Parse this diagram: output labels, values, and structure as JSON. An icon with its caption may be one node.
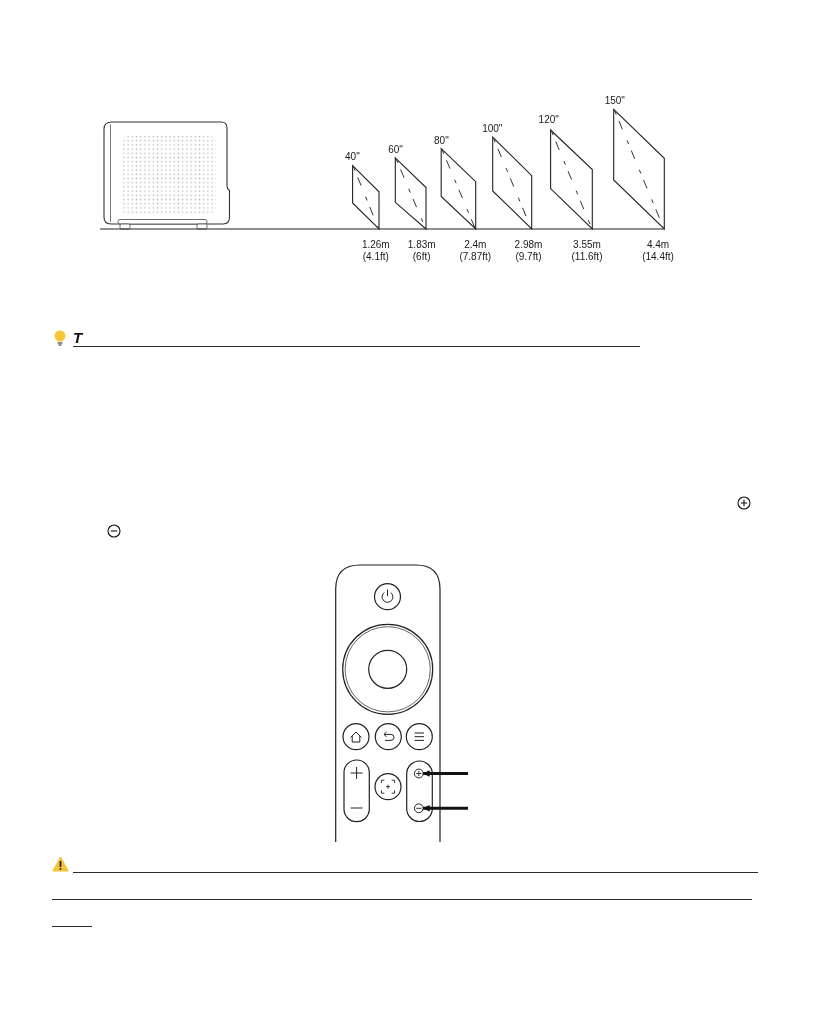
{
  "diagram": {
    "nodes": [
      {
        "text": [],
        "shape": "circle"
      },
      {
        "text": [],
        "shape": "circle"
      }
    ],
    "edges": [
      {
        "from": null,
        "to": 0,
        "arrow": "to"
      },
      {
        "from": null,
        "to": 1,
        "arrow": "to"
      }
    ],
    "labels": [
      "40\"",
      "60\"",
      "80\"",
      "100\"",
      "120\"",
      "150\"",
      "1.26m (4.1ft)",
      "1.83m (6ft)",
      "2.4m (7.87ft)",
      "2.98m (9.7ft)",
      "3.55m (11.6ft)",
      "4.4m (14.4ft)",
      "T"
    ]
  }
}
